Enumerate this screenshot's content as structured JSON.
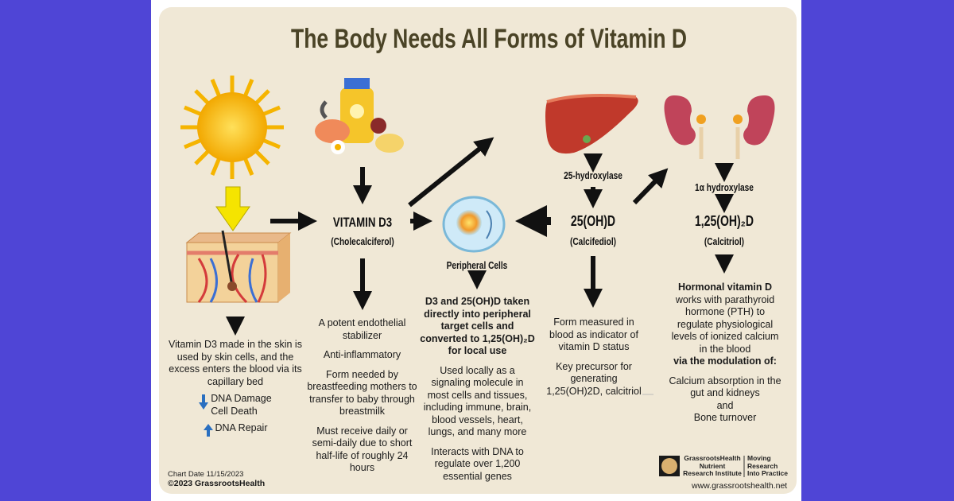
{
  "title": "The Body Needs All Forms of Vitamin D",
  "nodes": {
    "d3": {
      "name": "VITAMIN D3",
      "sub": "(Cholecalciferol)"
    },
    "cells": {
      "name": "Peripheral Cells"
    },
    "calcifediol": {
      "enzyme": "25-hydroxylase",
      "name": "25(OH)D",
      "sub": "(Calcifediol)"
    },
    "calcitriol": {
      "enzyme": "1α hydroxylase",
      "name": "1,25(OH)₂D",
      "sub": "(Calcitriol)"
    }
  },
  "skin": {
    "text": "Vitamin D3 made in the skin is used by skin cells, and the excess enters the blood via its capillary bed",
    "down": "DNA Damage",
    "down2": "Cell Death",
    "up": "DNA Repair"
  },
  "d3_notes": [
    "A potent endothelial stabilizer",
    "Anti-inflammatory",
    "Form needed by breastfeeding mothers to transfer to baby through breastmilk",
    "Must receive daily or semi-daily due to short half-life of roughly 24 hours"
  ],
  "cells_notes": {
    "bold": "D3 and 25(OH)D taken directly into peripheral target cells and converted to 1,25(OH)₂D for local use",
    "items": [
      "Used locally as a signaling molecule in most cells and tissues, including immune, brain, blood vessels, heart, lungs, and many more",
      "Interacts with DNA to regulate over 1,200 essential genes"
    ]
  },
  "calcifediol_notes": [
    "Form measured in blood as indicator of vitamin D status",
    "Key precursor for generating 1,25(OH)2D, calcitriol"
  ],
  "calcitriol_notes": {
    "bold1": "Hormonal vitamin D",
    "text": "works with parathyroid hormone (PTH) to regulate physiological levels of ionized calcium in the blood",
    "bold2": "via the modulation of:",
    "item1": "Calcium absorption in the gut and kidneys",
    "and": "and",
    "item2": "Bone turnover"
  },
  "footer": {
    "date": "Chart Date 11/15/2023",
    "copyright": "©2023 GrassrootsHealth",
    "logo_l1": "GrassrootsHealth",
    "logo_l2": "Nutrient",
    "logo_l3": "Research Institute",
    "tag1": "Moving",
    "tag2": "Research",
    "tag3": "Into Practice",
    "url": "www.grassrootshealth.net"
  },
  "colors": {
    "background": "#4f45d6",
    "panel": "#f0e8d6",
    "title": "#4a4326",
    "arrow": "#111111",
    "yellow_arrow": "#f5e400",
    "blue_arrow": "#2a6fc0"
  }
}
